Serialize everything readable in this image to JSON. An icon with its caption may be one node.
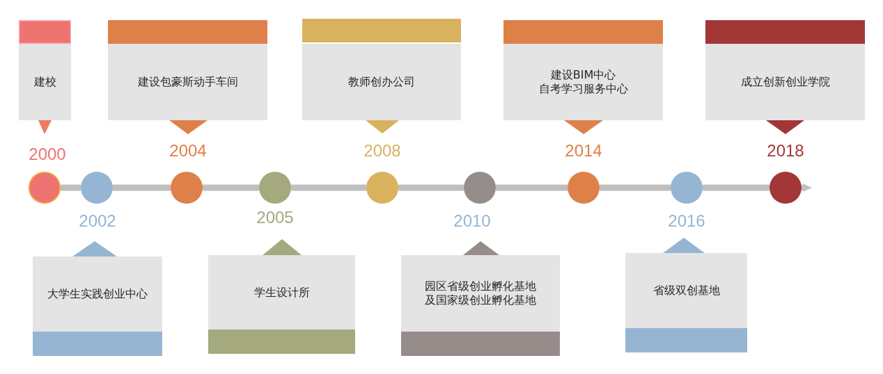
{
  "diagram": {
    "nodes": [
      {
        "text": [
          "建校"
        ]
      },
      {
        "text": [
          "建设包豪斯动手车间"
        ]
      },
      {
        "text": [
          "教师创办公司"
        ]
      },
      {
        "text": [
          "建设BIM中心自考学习服务中心"
        ]
      },
      {
        "text": [
          "成立创新创业学院"
        ]
      },
      {
        "text": [],
        "shape": "circle",
        "beside": [
          "2000"
        ]
      },
      {
        "text": [],
        "shape": "circle",
        "beside": [
          "2002"
        ]
      },
      {
        "text": [],
        "shape": "circle",
        "beside": [
          "2004"
        ]
      },
      {
        "text": [],
        "shape": "circle",
        "beside": [
          "2005"
        ]
      },
      {
        "text": [],
        "shape": "circle",
        "beside": [
          "2008"
        ]
      },
      {
        "text": [],
        "shape": "circle",
        "beside": [
          "2010"
        ]
      },
      {
        "text": [],
        "shape": "circle",
        "beside": [
          "2014"
        ]
      },
      {
        "text": [],
        "shape": "circle",
        "beside": [
          "2016"
        ]
      },
      {
        "text": [],
        "shape": "circle",
        "beside": [
          "2018"
        ]
      },
      {
        "text": [
          "大学生实践创业中心"
        ]
      },
      {
        "text": [
          "学生设计所"
        ]
      },
      {
        "text": [
          "园区省级创业孵化基地及国家级创业孵化基地"
        ]
      },
      {
        "text": [
          "省级双创基地"
        ]
      }
    ],
    "edges": [
      {
        "from": 5,
        "to": 6,
        "arrow": "none"
      },
      {
        "from": 6,
        "to": 7,
        "arrow": "none"
      },
      {
        "from": 7,
        "to": 8,
        "arrow": "none"
      },
      {
        "from": 8,
        "to": 9,
        "arrow": "none"
      },
      {
        "from": 9,
        "to": 10,
        "arrow": "none"
      },
      {
        "from": 10,
        "to": 11,
        "arrow": "none"
      },
      {
        "from": 11,
        "to": 12,
        "arrow": "none"
      },
      {
        "from": 12,
        "to": 13,
        "arrow": "none"
      }
    ]
  }
}
